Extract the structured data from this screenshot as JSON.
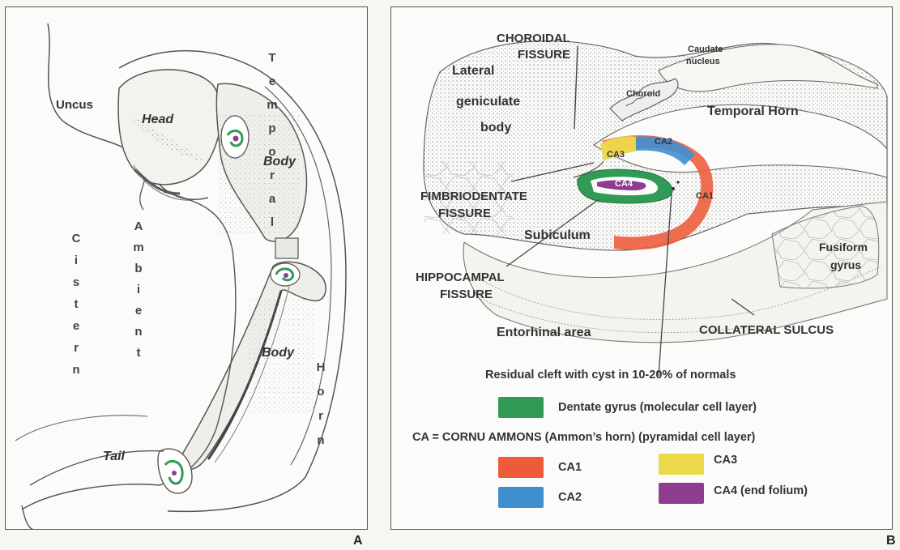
{
  "panel_a": {
    "letter": "A",
    "labels": {
      "uncus": "Uncus",
      "head": "Head",
      "body_upper": "Body",
      "body_lower": "Body",
      "tail": "Tail"
    },
    "vertical": {
      "temporal": "Temporal",
      "horn": "Horn",
      "cistern": "Cistern",
      "ambient": "Ambient"
    }
  },
  "panel_b": {
    "letter": "B",
    "labels": {
      "choroidal_fissure_1": "CHOROIDAL",
      "choroidal_fissure_2": "FISSURE",
      "caudate_1": "Caudate",
      "caudate_2": "nucleus",
      "lateral_1": "Lateral",
      "lateral_2": "geniculate",
      "lateral_3": "body",
      "choroid": "Choroid",
      "temporal_horn": "Temporal Horn",
      "ca2": "CA2",
      "ca3": "CA3",
      "ca4": "CA4",
      "ca1": "CA1",
      "fimbriodentate_1": "FIMBRIODENTATE",
      "fimbriodentate_2": "FISSURE",
      "subiculum": "Subiculum",
      "fusiform_1": "Fusiform",
      "fusiform_2": "gyrus",
      "hippocampal_1": "HIPPOCAMPAL",
      "hippocampal_2": "FISSURE",
      "entorhinal": "Entorhinal area",
      "collateral": "COLLATERAL SULCUS",
      "residual": "Residual cleft with cyst in 10-20% of normals"
    },
    "legend": {
      "dentate": "Dentate gyrus (molecular cell layer)",
      "ca_heading": "CA = CORNU AMMONS (Ammon’s horn) (pyramidal cell layer)",
      "ca1": "CA1",
      "ca2": "CA2",
      "ca3": "CA3",
      "ca4": "CA4 (end folium)"
    }
  },
  "colors": {
    "dentate": "#2f9b57",
    "ca1": "#ee5a3a",
    "ca2": "#3f8fd0",
    "ca3": "#ecd94a",
    "ca4": "#8e3d91",
    "outline": "#555555"
  }
}
